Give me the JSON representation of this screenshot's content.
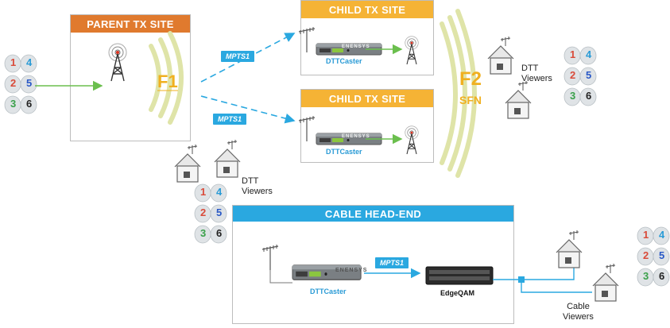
{
  "sites": {
    "parent": "PARENT TX SITE",
    "child": "CHILD TX SITE",
    "cable": "CABLE HEAD-END"
  },
  "links": {
    "mpts": "MPTS1"
  },
  "frequencies": {
    "f1": "F1",
    "f2": "F2",
    "sfn": "SFN"
  },
  "devices": {
    "caster": "DTTCaster",
    "brand": "ENENSYS",
    "qam": "EdgeQAM"
  },
  "viewers": {
    "dtt_line1": "DTT",
    "dtt_line2": "Viewers",
    "cable_line1": "Cable",
    "cable_line2": "Viewers"
  },
  "channels": [
    "1",
    "4",
    "2",
    "5",
    "3",
    "6"
  ],
  "colors": {
    "parent_header": "#e07a2e",
    "child_header": "#f5b335",
    "cable_header": "#2aa8e0",
    "signal_wave": "#dfe4a8",
    "feed_line": "#6bbf4e"
  }
}
